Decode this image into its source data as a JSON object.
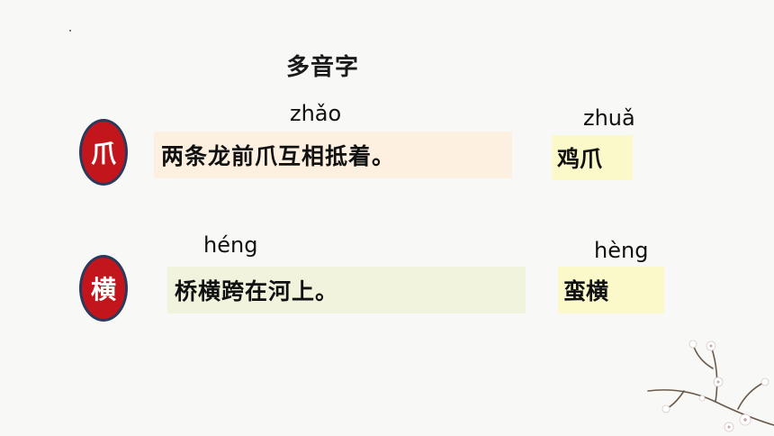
{
  "slide": {
    "title": "多音字",
    "rows": [
      {
        "char": "爪",
        "pinyin_sentence": "zhǎo",
        "sentence": "两条龙前爪互相抵着。",
        "pinyin_word": "zhuǎ",
        "word": "鸡爪"
      },
      {
        "char": "横",
        "pinyin_sentence": "héng",
        "sentence": "桥横跨在河上。",
        "pinyin_word": "hèng",
        "word": "蛮横"
      }
    ]
  },
  "colors": {
    "circle_fill": "#c3151c",
    "circle_border": "#2b3a5c",
    "sentence1_bg": "#fdf0e1",
    "sentence2_bg": "#f1f3dd",
    "word_bg": "#fbf8c9"
  },
  "decoration": {
    "icon": "plum-blossom-branch-icon"
  }
}
